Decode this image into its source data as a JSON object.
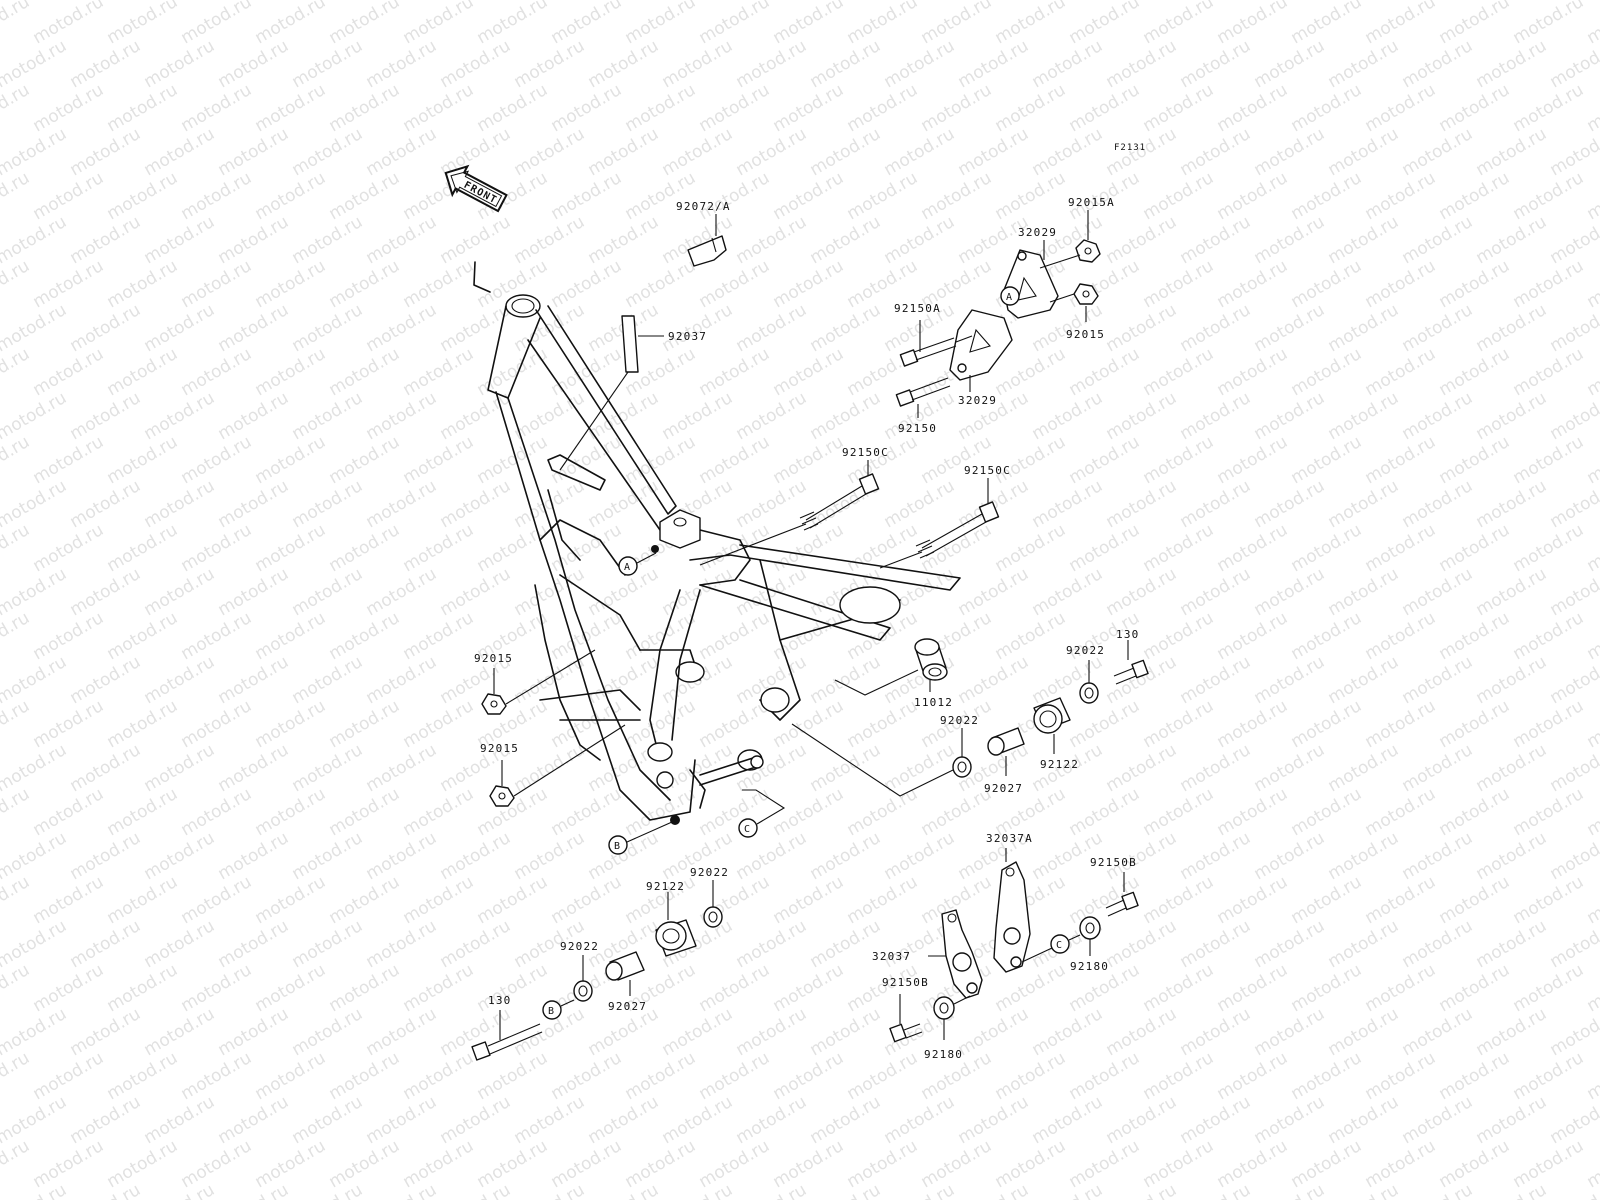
{
  "watermark": "motod.ru",
  "figure_code": "F2131",
  "front_arrow_label": "FRONT",
  "labels": {
    "p92072A": "92072/A",
    "p92037": "92037",
    "p92015A": "92015A",
    "p32029_top": "32029",
    "p92150A": "92150A",
    "p92015_right": "92015",
    "p32029_bottom": "32029",
    "p92150": "92150",
    "p92150C_1": "92150C",
    "p92150C_2": "92150C",
    "p92015_left1": "92015",
    "p92015_left2": "92015",
    "p11012": "11012",
    "p92022_a": "92022",
    "p130_a": "130",
    "p92022_b": "92022",
    "p92122_a": "92122",
    "p92027_a": "92027",
    "p32037A": "32037A",
    "p92150B_a": "92150B",
    "p92180_a": "92180",
    "p32037": "32037",
    "p92150B_b": "92150B",
    "p92180_b": "92180",
    "p92022_c": "92022",
    "p92122_b": "92122",
    "p92022_d": "92022",
    "p130_b": "130",
    "p92027_b": "92027"
  },
  "refs": {
    "A1": "A",
    "A2": "A",
    "B1": "B",
    "B2": "B",
    "C1": "C",
    "C2": "C"
  },
  "colors": {
    "line": "#111111",
    "watermark": "#c9c9c9",
    "background": "#ffffff"
  }
}
